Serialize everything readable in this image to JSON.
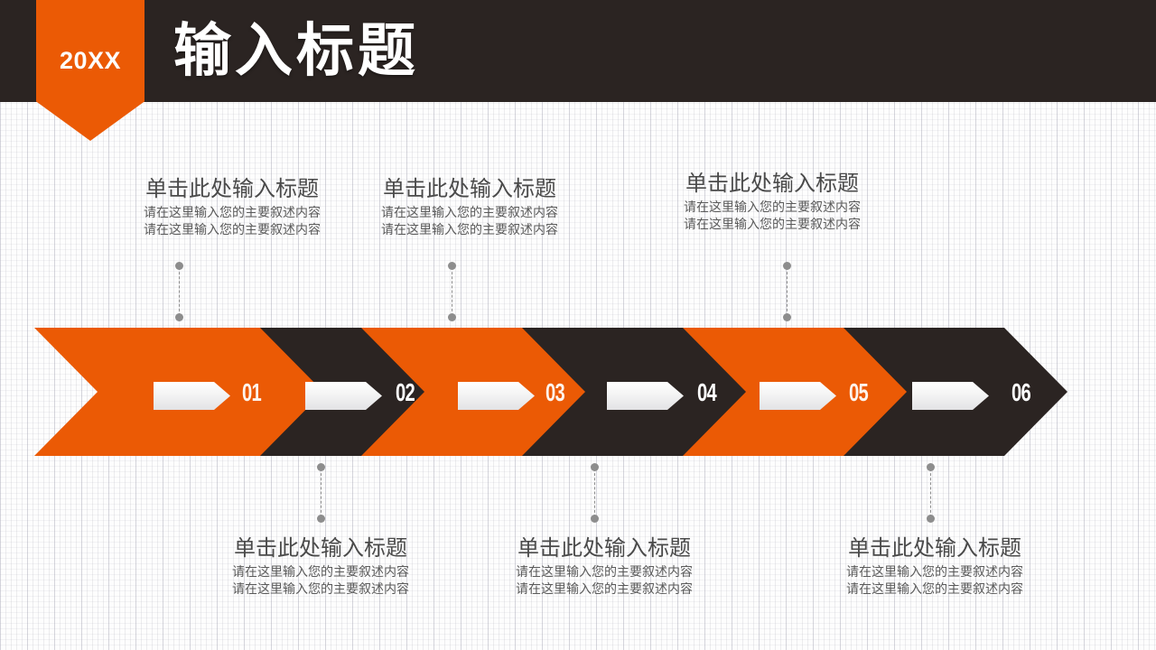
{
  "theme": {
    "orange": "#eb5a05",
    "dark": "#2b2422",
    "background": "#fdfdfd",
    "connector_gray": "#8d8d8d",
    "title_text": "#4a4a4a",
    "body_text": "#5a5a5a"
  },
  "header": {
    "year_label": "20XX",
    "title": "输入标题"
  },
  "steps": [
    {
      "number": "01",
      "color": "orange"
    },
    {
      "number": "02",
      "color": "dark"
    },
    {
      "number": "03",
      "color": "orange"
    },
    {
      "number": "04",
      "color": "dark"
    },
    {
      "number": "05",
      "color": "orange"
    },
    {
      "number": "06",
      "color": "dark"
    }
  ],
  "callouts_top": [
    {
      "title": "单击此处输入标题",
      "line1": "请在这里输入您的主要叙述内容",
      "line2": "请在这里输入您的主要叙述内容"
    },
    {
      "title": "单击此处输入标题",
      "line1": "请在这里输入您的主要叙述内容",
      "line2": "请在这里输入您的主要叙述内容"
    },
    {
      "title": "单击此处输入标题",
      "line1": "请在这里输入您的主要叙述内容",
      "line2": "请在这里输入您的主要叙述内容"
    }
  ],
  "callouts_bottom": [
    {
      "title": "单击此处输入标题",
      "line1": "请在这里输入您的主要叙述内容",
      "line2": "请在这里输入您的主要叙述内容"
    },
    {
      "title": "单击此处输入标题",
      "line1": "请在这里输入您的主要叙述内容",
      "line2": "请在这里输入您的主要叙述内容"
    },
    {
      "title": "单击此处输入标题",
      "line1": "请在这里输入您的主要叙述内容",
      "line2": "请在这里输入您的主要叙述内容"
    }
  ]
}
